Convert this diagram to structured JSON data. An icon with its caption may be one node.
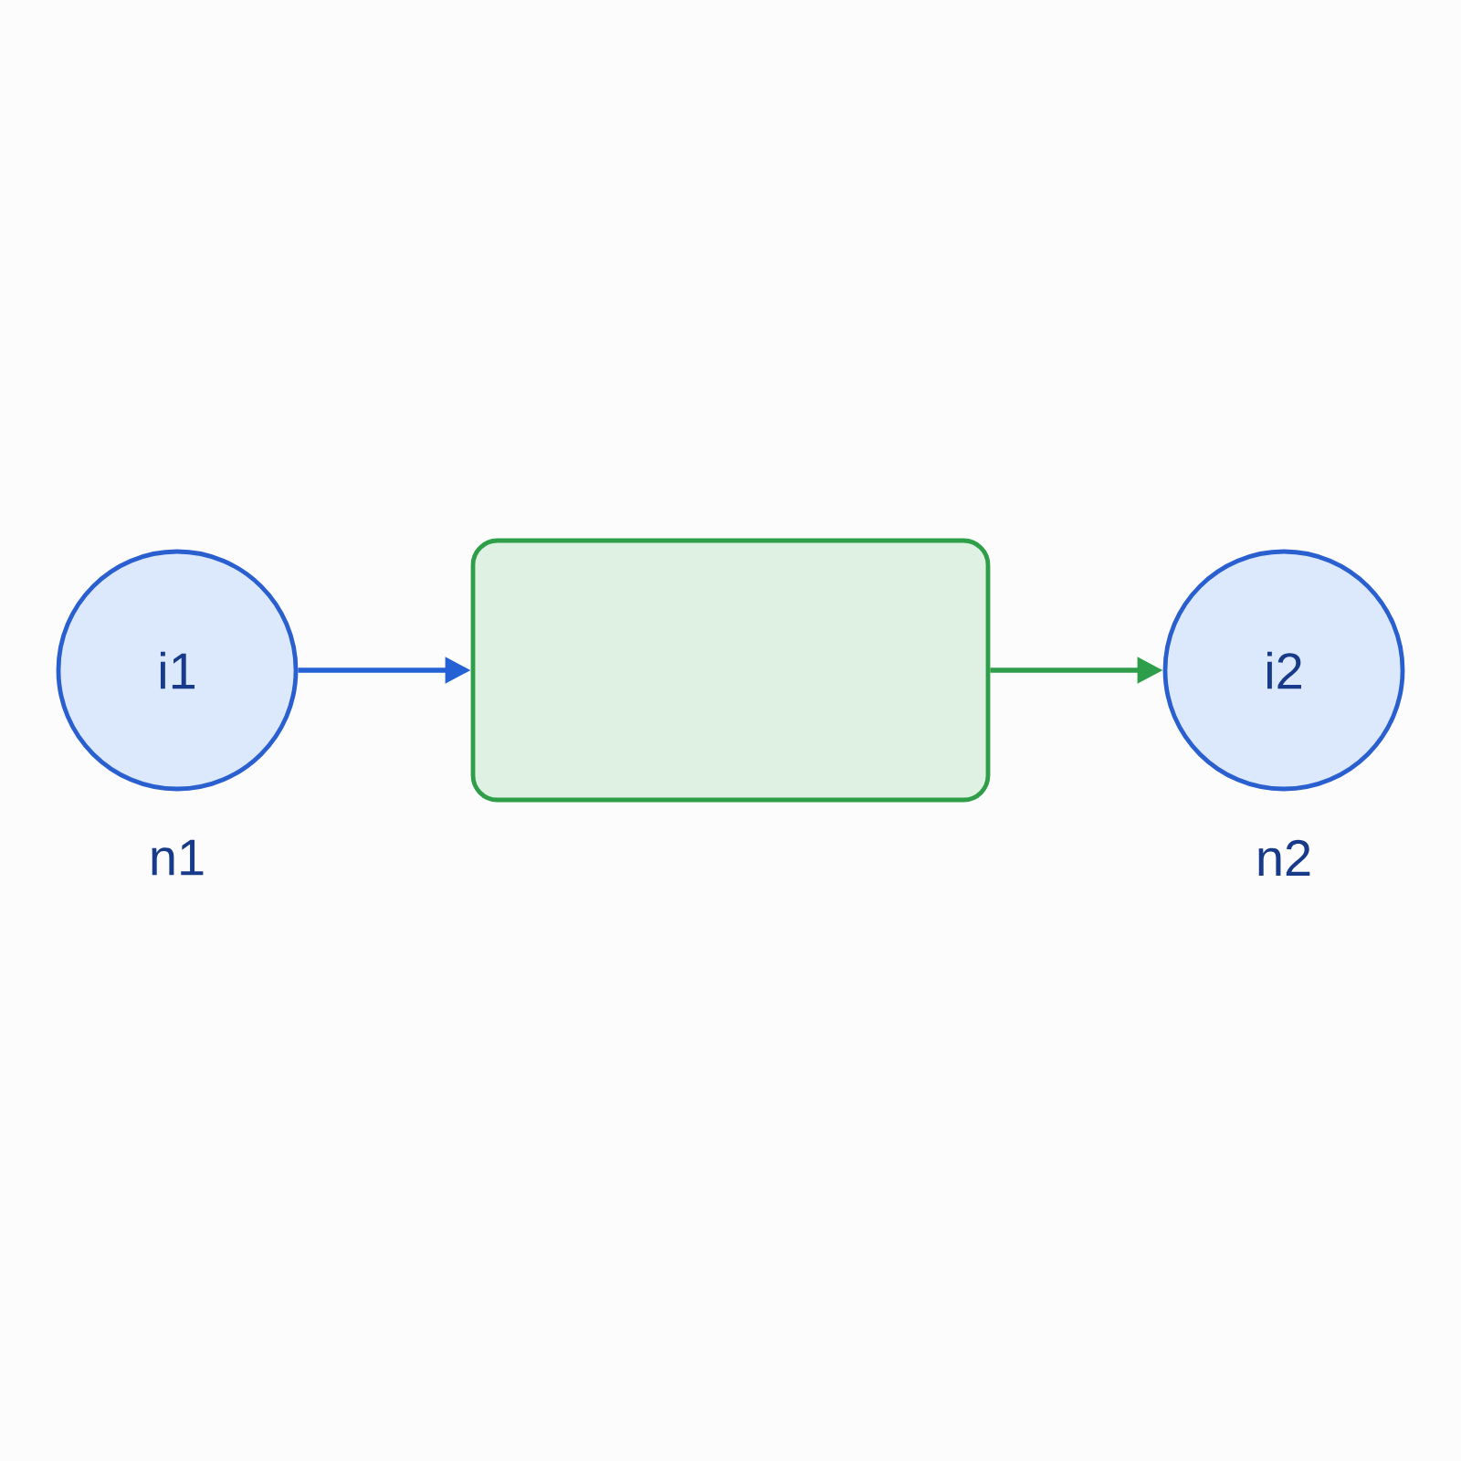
{
  "diagram": {
    "nodes": [
      {
        "text": [
          "i1"
        ],
        "beside": [
          "n1"
        ]
      },
      {
        "text": [],
        "shape": "box"
      },
      {
        "text": [
          "i2"
        ],
        "beside": [
          "n2"
        ]
      }
    ],
    "edges": [
      {
        "from": 0,
        "to": 1,
        "arrow": "to",
        "color": "#2461d4"
      },
      {
        "from": 1,
        "to": 2,
        "arrow": "to",
        "color": "#2e9e4a"
      }
    ]
  }
}
